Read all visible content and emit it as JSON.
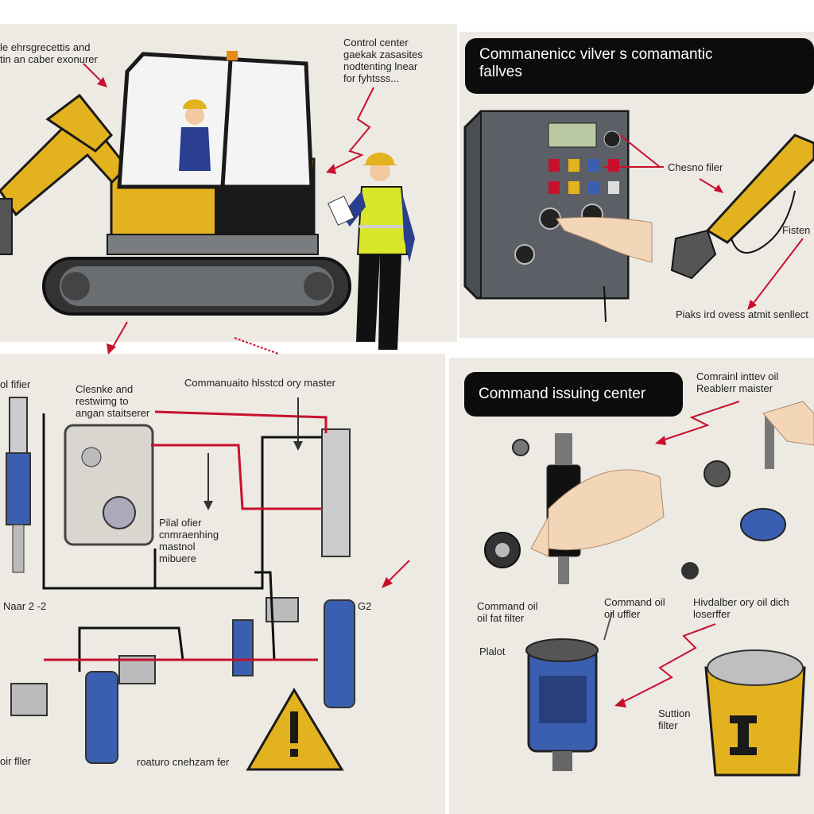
{
  "colors": {
    "accent_red": "#c8102e",
    "machine_yellow": "#e3b21f",
    "dark": "#1a1a1a",
    "panel_bg": "#eceae2",
    "vest": "#d9e62a",
    "filter_blue": "#3b5fb0"
  },
  "top_left": {
    "label_left": "le ehrsgrecettis and\ntin an caber exonurer",
    "label_right": "Control center\ngaekak zasasites\nnodtenting lnear\nfor fyhtsss..."
  },
  "top_right": {
    "banner": "Commanenicc vilver s comamantic\nfallves",
    "label_filter": "Chesno filer",
    "label_side": "Fisten",
    "label_bottom": "Piaks ird ovess atmit senllect"
  },
  "bottom_left": {
    "label_top_left": "ol fifier",
    "label_cleanse": "Clesnke and\nrestwimg to\nangan staitserer",
    "label_command": "Commanuaito hlsstcd ory master",
    "label_pilot": "Pilal ofier\ncnmraenhing\nmastnol\nmibuere",
    "label_near": "Naar 2 -2",
    "label_g2": "G2",
    "label_oir": "oir fller",
    "label_return": "roaturo cnehzam fer"
  },
  "bottom_right": {
    "banner": "Command issuing center",
    "label_top": "Comrainl inttev oil\nReablerr maister",
    "label_cmd1": "Command oil\noil fat filter",
    "label_cmd2": "Command oil\noil uffler",
    "label_hyd": "Hivdalber ory oil dich\nloserffer",
    "label_pilot": "Plalot",
    "label_suction": "Suttion\nfilter"
  }
}
